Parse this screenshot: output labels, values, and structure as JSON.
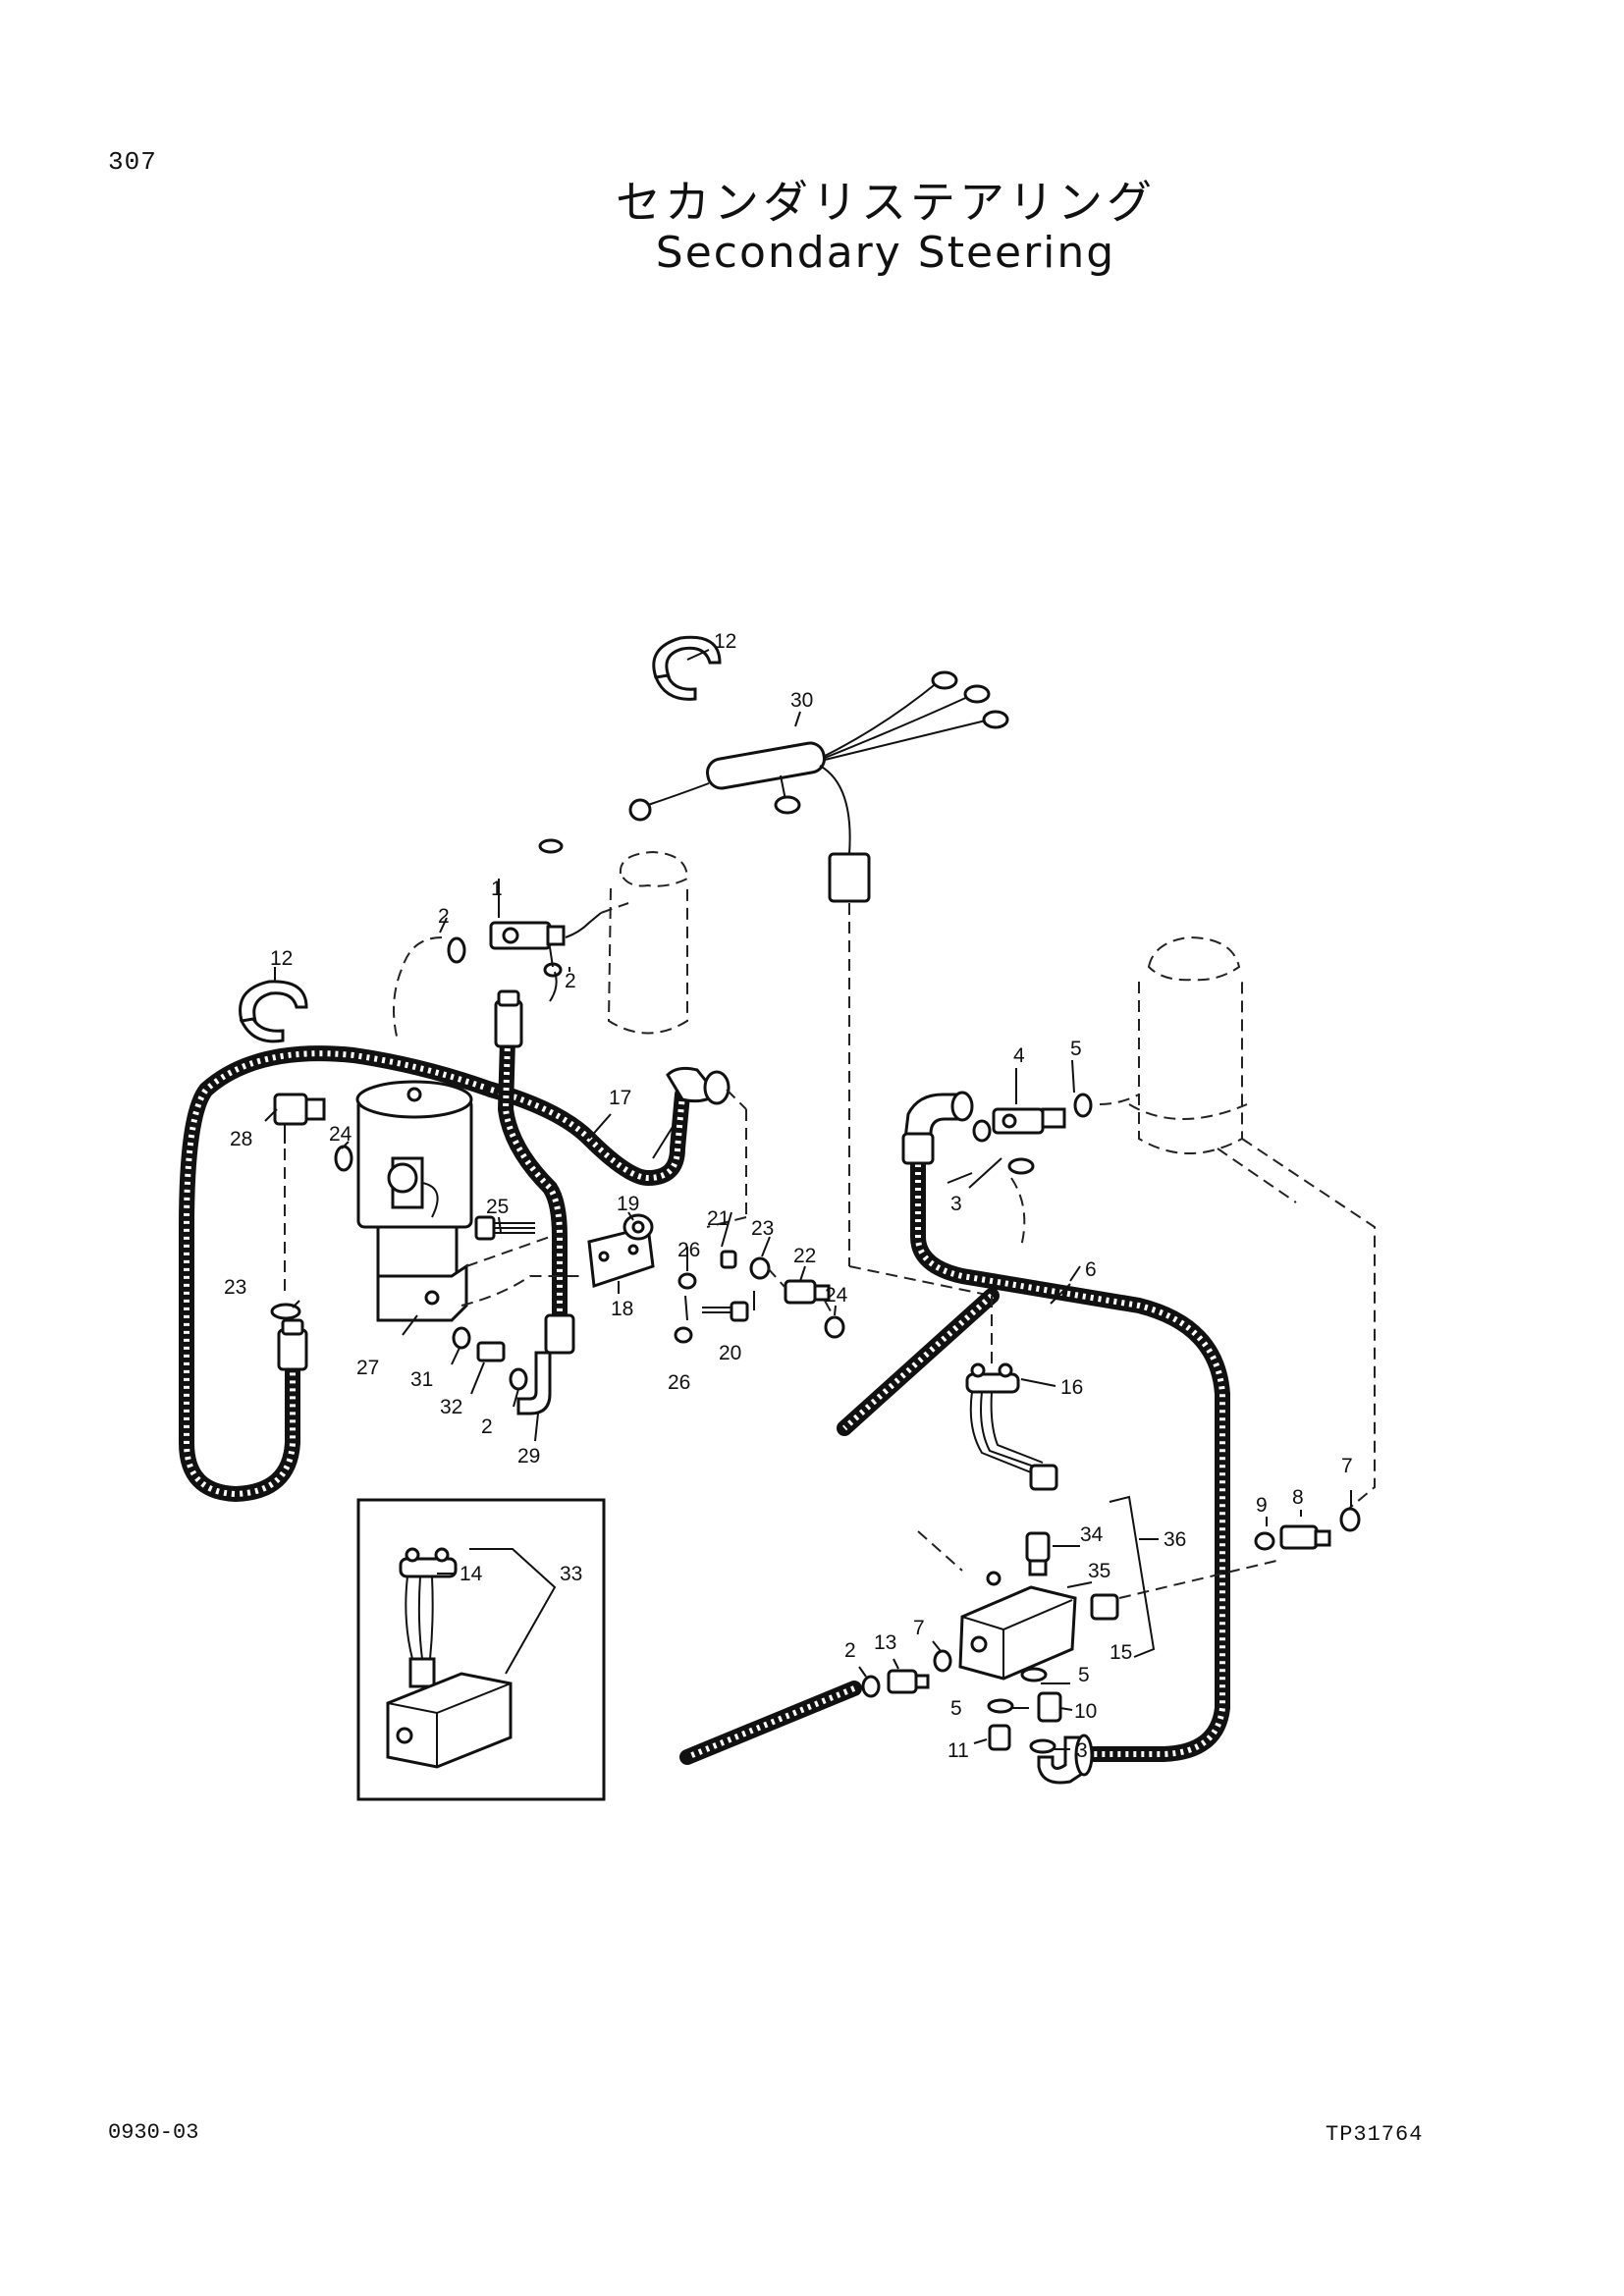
{
  "page": {
    "number": "307",
    "title_jp": "セカンダリステアリング",
    "title_en": "Secondary Steering",
    "doc_code": "0930-03",
    "ref_code": "TP31764"
  },
  "callouts": {
    "c1": "1",
    "c2a": "2",
    "c2b": "2",
    "c2c": "2",
    "c2d": "2",
    "c3a": "3",
    "c3b": "3",
    "c4": "4",
    "c5a": "5",
    "c5b": "5",
    "c5c": "5",
    "c6": "6",
    "c7a": "7",
    "c7b": "7",
    "c8": "8",
    "c9": "9",
    "c10": "10",
    "c11": "11",
    "c12a": "12",
    "c12b": "12",
    "c13": "13",
    "c14": "14",
    "c15": "15",
    "c16": "16",
    "c17": "17",
    "c18": "18",
    "c19": "19",
    "c20": "20",
    "c21": "21",
    "c22": "22",
    "c23a": "23",
    "c23b": "23",
    "c24a": "24",
    "c24b": "24",
    "c25": "25",
    "c26a": "26",
    "c26b": "26",
    "c27": "27",
    "c28": "28",
    "c29": "29",
    "c30": "30",
    "c31": "31",
    "c32": "32",
    "c33": "33",
    "c34": "34",
    "c35": "35",
    "c36": "36"
  }
}
